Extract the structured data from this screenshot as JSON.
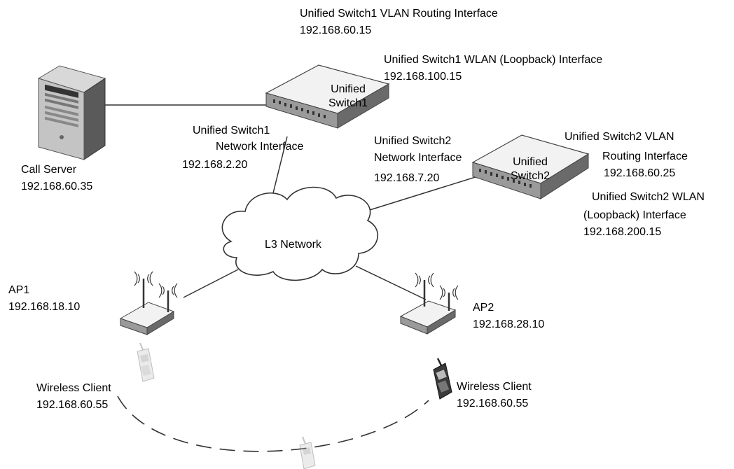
{
  "switch1": {
    "name_line1": "Unified",
    "name_line2": "Switch1",
    "vlan_label": "Unified Switch1 VLAN Routing Interface",
    "vlan_ip": "192.168.60.15",
    "wlan_label": "Unified Switch1 WLAN (Loopback) Interface",
    "wlan_ip": "192.168.100.15",
    "net_label_1": "Unified Switch1",
    "net_label_2": "Network Interface",
    "net_ip": "192.168.2.20"
  },
  "switch2": {
    "name_line1": "Unified",
    "name_line2": "Switch2",
    "net_label_1": "Unified Switch2",
    "net_label_2": "Network Interface",
    "net_ip": "192.168.7.20",
    "vlan_label_1": "Unified Switch2 VLAN",
    "vlan_label_2": "Routing Interface",
    "vlan_ip": "192.168.60.25",
    "wlan_label_1": "Unified Switch2 WLAN",
    "wlan_label_2": "(Loopback) Interface",
    "wlan_ip": "192.168.200.15"
  },
  "call_server": {
    "label": "Call Server",
    "ip": "192.168.60.35"
  },
  "network": {
    "label": "L3 Network"
  },
  "ap1": {
    "label": "AP1",
    "ip": "192.168.18.10"
  },
  "ap2": {
    "label": "AP2",
    "ip": "192.168.28.10"
  },
  "client_left": {
    "label": "Wireless Client",
    "ip": "192.168.60.55"
  },
  "client_right": {
    "label": "Wireless Client",
    "ip": "192.168.60.55"
  }
}
